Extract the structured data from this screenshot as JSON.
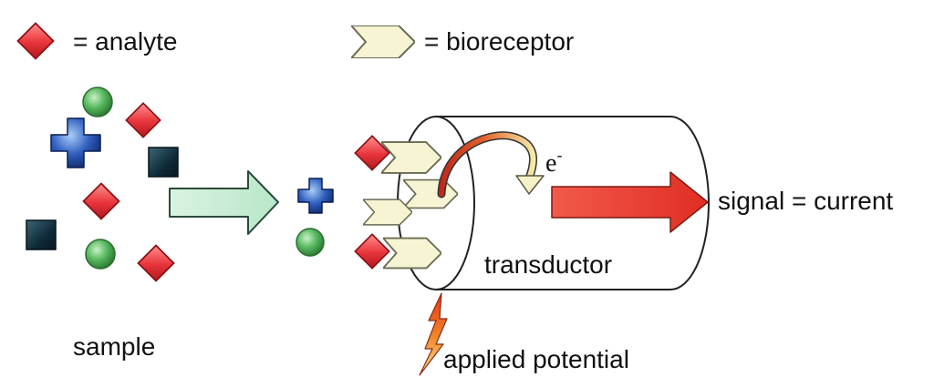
{
  "legend": {
    "analyte_label": "= analyte",
    "bioreceptor_label": "= bioreceptor"
  },
  "labels": {
    "sample": "sample",
    "transductor": "transductor",
    "electron": "e",
    "electron_sup": "-",
    "signal": "signal = current",
    "applied_potential": "applied potential"
  },
  "colors": {
    "analyte": "#e8333a",
    "bioreceptor": "#f7f4d4",
    "green_particle": "#56b75e",
    "blue_cross": "#2f5fbf",
    "dark_square": "#0e2a38",
    "process_arrow": "#c8ecd6",
    "signal_arrow": "#e63a2e"
  }
}
